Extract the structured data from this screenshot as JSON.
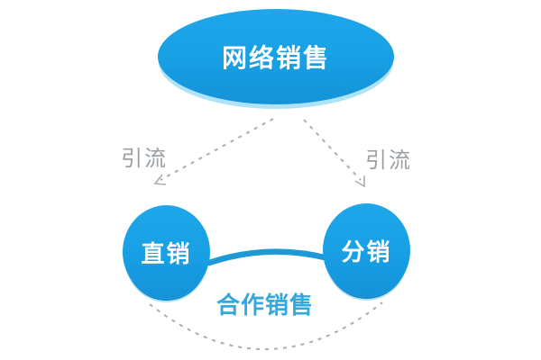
{
  "diagram": {
    "nodes": [
      {
        "id": "network-sales",
        "label": "网络销售",
        "shape": "ellipse"
      },
      {
        "id": "direct-sales",
        "label": "直销",
        "shape": "circle"
      },
      {
        "id": "distribution",
        "label": "分销",
        "shape": "circle"
      }
    ],
    "edge_labels": {
      "left_traffic": "引流",
      "right_traffic": "引流",
      "cooperation": "合作销售"
    },
    "edges": [
      {
        "from": "network-sales",
        "to": "direct-sales",
        "style": "dashed-arrow",
        "label": "引流"
      },
      {
        "from": "network-sales",
        "to": "distribution",
        "style": "dashed-arrow",
        "label": "引流"
      },
      {
        "from": "direct-sales",
        "to": "distribution",
        "style": "solid-arc",
        "label": "合作销售"
      },
      {
        "from": "direct-sales",
        "to": "distribution",
        "style": "dashed-arc",
        "label": ""
      }
    ]
  },
  "colors": {
    "background": "#FFFFFF",
    "node_fill": "#189FE4",
    "node_rim_light": "#AEE2F7",
    "circle_rim_dark": "#1487C9",
    "arc_stroke": "#1D99D6",
    "cooperation_text": "#31A9DE",
    "dashed_gray": "#A9AEB3",
    "traffic_text": "#9AA0A6",
    "node_text": "#FFFFFF"
  }
}
